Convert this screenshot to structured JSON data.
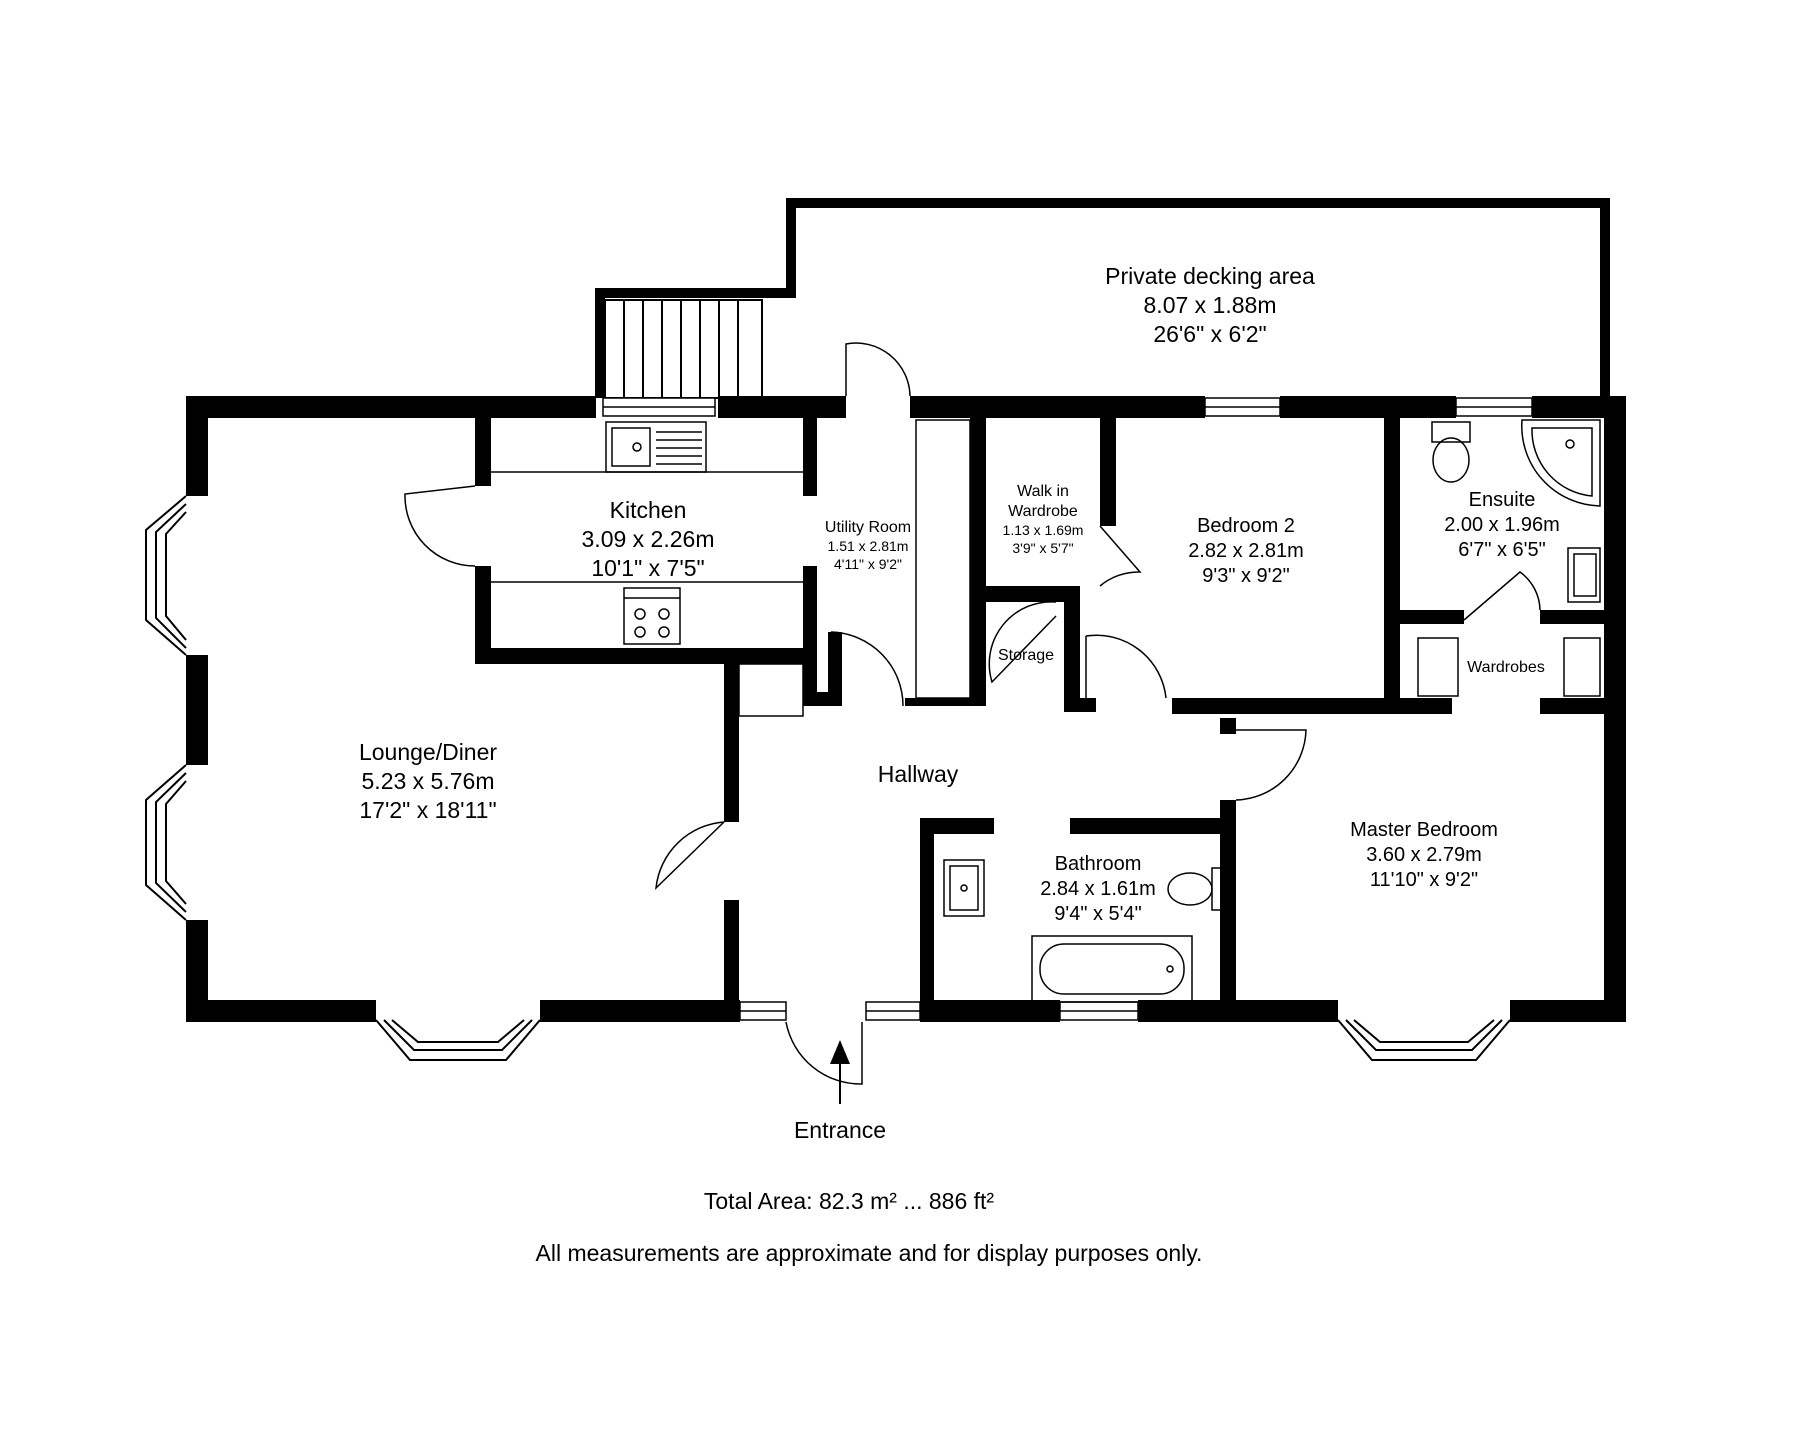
{
  "rooms": {
    "decking": {
      "name": "Private decking area",
      "metric": "8.07 x 1.88m",
      "imperial": "26'6\" x 6'2\""
    },
    "kitchen": {
      "name": "Kitchen",
      "metric": "3.09 x 2.26m",
      "imperial": "10'1\" x 7'5\""
    },
    "utility": {
      "name": "Utility Room",
      "metric": "1.51 x 2.81m",
      "imperial": "4'11\" x 9'2\""
    },
    "walkin": {
      "name_line1": "Walk in",
      "name_line2": "Wardrobe",
      "metric": "1.13 x 1.69m",
      "imperial": "3'9\" x 5'7\""
    },
    "bedroom2": {
      "name": "Bedroom 2",
      "metric": "2.82 x 2.81m",
      "imperial": "9'3\" x 9'2\""
    },
    "ensuite": {
      "name": "Ensuite",
      "metric": "2.00 x 1.96m",
      "imperial": "6'7\" x 6'5\""
    },
    "storage": {
      "name": "Storage"
    },
    "wardrobes": {
      "name": "Wardrobes"
    },
    "lounge": {
      "name": "Lounge/Diner",
      "metric": "5.23 x 5.76m",
      "imperial": "17'2\" x 18'11\""
    },
    "hallway": {
      "name": "Hallway"
    },
    "bathroom": {
      "name": "Bathroom",
      "metric": "2.84 x 1.61m",
      "imperial": "9'4\" x 5'4\""
    },
    "master": {
      "name": "Master Bedroom",
      "metric": "3.60 x 2.79m",
      "imperial": "11'10\" x 9'2\""
    }
  },
  "entrance": "Entrance",
  "footer": {
    "total_area": "Total Area: 82.3 m² ... 886 ft²",
    "disclaimer": "All measurements are approximate and for display purposes only."
  }
}
